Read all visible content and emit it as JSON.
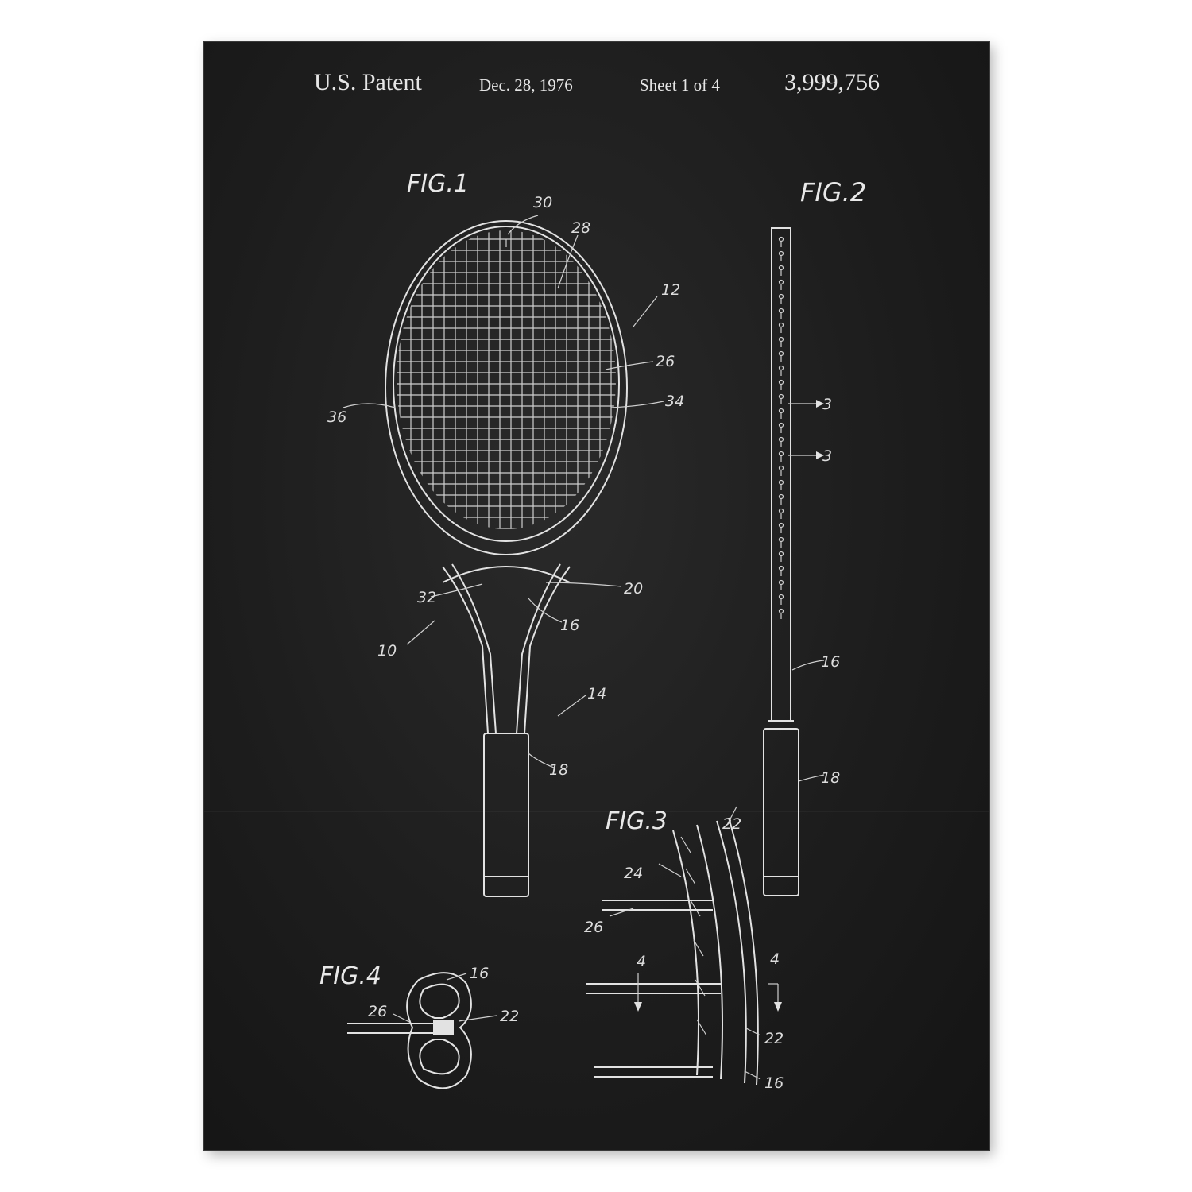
{
  "header": {
    "title": "U.S. Patent",
    "date": "Dec. 28, 1976",
    "sheet": "Sheet 1 of 4",
    "patent_number": "3,999,756"
  },
  "figures": {
    "fig1": "FIG.1",
    "fig2": "FIG.2",
    "fig3": "FIG.3",
    "fig4": "FIG.4"
  },
  "references": {
    "fig1": [
      "30",
      "28",
      "12",
      "26",
      "34",
      "36",
      "20",
      "32",
      "16",
      "10",
      "14",
      "18"
    ],
    "fig2": [
      "3",
      "3",
      "16",
      "18"
    ],
    "fig3": [
      "22",
      "24",
      "26",
      "4",
      "4",
      "22",
      "16"
    ],
    "fig4": [
      "16",
      "22",
      "26"
    ]
  },
  "colors": {
    "background": "#1d1d1d",
    "line": "#e2e2e2"
  }
}
